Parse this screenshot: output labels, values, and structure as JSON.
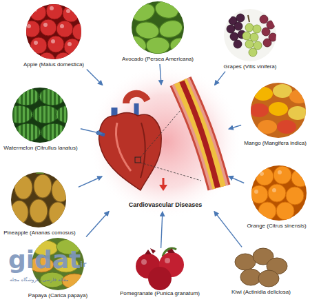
{
  "diagram": {
    "nodes": [
      {
        "text": [
          "Apple (Malus domestica)"
        ]
      },
      {
        "text": [
          "Avocado (Persea Americana)"
        ]
      },
      {
        "text": [
          "Grapes (Vitis vinifera)"
        ]
      },
      {
        "text": [
          "Watermelon (Citrullus lanatus)"
        ]
      },
      {
        "text": [
          "Mango (Mangifera indica)"
        ]
      },
      {
        "text": [
          "Cardiovascular Diseases"
        ]
      },
      {
        "text": [
          "Pineapple (Ananas comosus)"
        ]
      },
      {
        "text": [
          "Orange (Citrus sinensis)"
        ]
      },
      {
        "text": [
          "Papaya (Carica papaya)"
        ]
      },
      {
        "text": [
          "Pomegranate (Punica granatum)"
        ]
      },
      {
        "text": [
          "Kiwi (Actinidia deliciosa)"
        ]
      }
    ],
    "edges": [
      {
        "from": 0,
        "to": 5,
        "arrow": "to"
      },
      {
        "from": 1,
        "to": 5,
        "arrow": "to"
      },
      {
        "from": 2,
        "to": 5,
        "arrow": "to"
      },
      {
        "from": 3,
        "to": 5,
        "arrow": "to"
      },
      {
        "from": 4,
        "to": 5,
        "arrow": "to"
      },
      {
        "from": 6,
        "to": 5,
        "arrow": "to"
      },
      {
        "from": 7,
        "to": 5,
        "arrow": "to"
      },
      {
        "from": 8,
        "to": 5,
        "arrow": "to"
      },
      {
        "from": 9,
        "to": 5,
        "arrow": "to"
      },
      {
        "from": 10,
        "to": 5,
        "arrow": "to"
      }
    ],
    "labels": [
      "gidat",
      ".ir",
      "مقاله فارسی، فروشگاه مجله"
    ]
  }
}
